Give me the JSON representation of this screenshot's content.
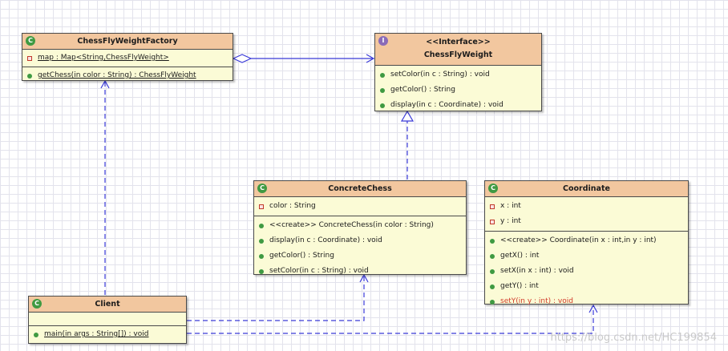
{
  "classes": {
    "factory": {
      "name": "ChessFlyWeightFactory",
      "attributes": [
        {
          "text": "map : Map<String,ChessFlyWeight>"
        }
      ],
      "operations": [
        {
          "text": "getChess(in color : String) : ChessFlyWeight"
        }
      ]
    },
    "flyweight": {
      "stereotype": "<<Interface>>",
      "name": "ChessFlyWeight",
      "operations": [
        {
          "text": "setColor(in c : String) : void"
        },
        {
          "text": "getColor() : String"
        },
        {
          "text": "display(in c : Coordinate) : void"
        }
      ]
    },
    "concrete": {
      "name": "ConcreteChess",
      "attributes": [
        {
          "text": "color : String"
        }
      ],
      "operations": [
        {
          "text": "<<create>> ConcreteChess(in color : String)"
        },
        {
          "text": "display(in c : Coordinate) : void"
        },
        {
          "text": "getColor() : String"
        },
        {
          "text": "setColor(in c : String) : void"
        }
      ]
    },
    "coordinate": {
      "name": "Coordinate",
      "attributes": [
        {
          "text": "x : int"
        },
        {
          "text": "y : int"
        }
      ],
      "operations": [
        {
          "text": "<<create>> Coordinate(in x : int,in y : int)"
        },
        {
          "text": "getX() : int"
        },
        {
          "text": "setX(in x : int) : void"
        },
        {
          "text": "getY() : int"
        },
        {
          "text": "setY(in y : int) : void"
        }
      ]
    },
    "client": {
      "name": "Client",
      "operations": [
        {
          "text": "main(in args : String[]) : void"
        }
      ]
    }
  },
  "badges": {
    "class": "C",
    "interface": "I"
  },
  "watermark": "https://blog.csdn.net/HC199854",
  "colors": {
    "header": "#f2c79f",
    "body": "#fbfbd6",
    "connector": "#3a3ad8",
    "highlight": "#d13a2a"
  }
}
